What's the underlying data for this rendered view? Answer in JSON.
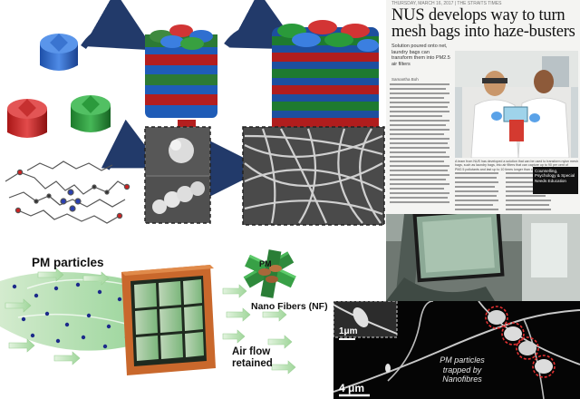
{
  "newspaper": {
    "date_line": "THURSDAY, MARCH 16, 2017  |  THE STRAITS TIMES",
    "headline_line1": "NUS develops way to turn",
    "headline_line2": "mesh bags into haze-busters",
    "lead": "Solution poured onto net, laundry bags can transform them into PM2.5 air filters",
    "byline": "Samantha Boh",
    "photo_caption": "A team from NUS has developed a solution that can be used to transform nylon mesh bags, such as laundry bags, into air filters that can capture up to 90 per cent of PM2.5 pollutants and last up to 10 times longer than conventional air filters.",
    "ad_text": "Counselling, Psychology & Special Needs Education"
  },
  "labels": {
    "pm_particles": "PM particles",
    "pm": "PM",
    "nano_fibers": "Nano Fibers (NF)",
    "air_flow_line1": "Air flow",
    "air_flow_line2": "retained",
    "trapped_line1": "PM particles",
    "trapped_line2": "trapped by",
    "trapped_line3": "Nanofibres",
    "scale_top": "1μm",
    "scale_bottom": "4 μm"
  },
  "colors": {
    "block_blue": "#2a63c8",
    "block_red": "#d02a2a",
    "block_green": "#2b9a3c",
    "arrow_navy": "#223a6a",
    "frame_brown": "#a0522d",
    "mesh_green": "#8ecf8e",
    "trap_circle": "#e63030"
  }
}
